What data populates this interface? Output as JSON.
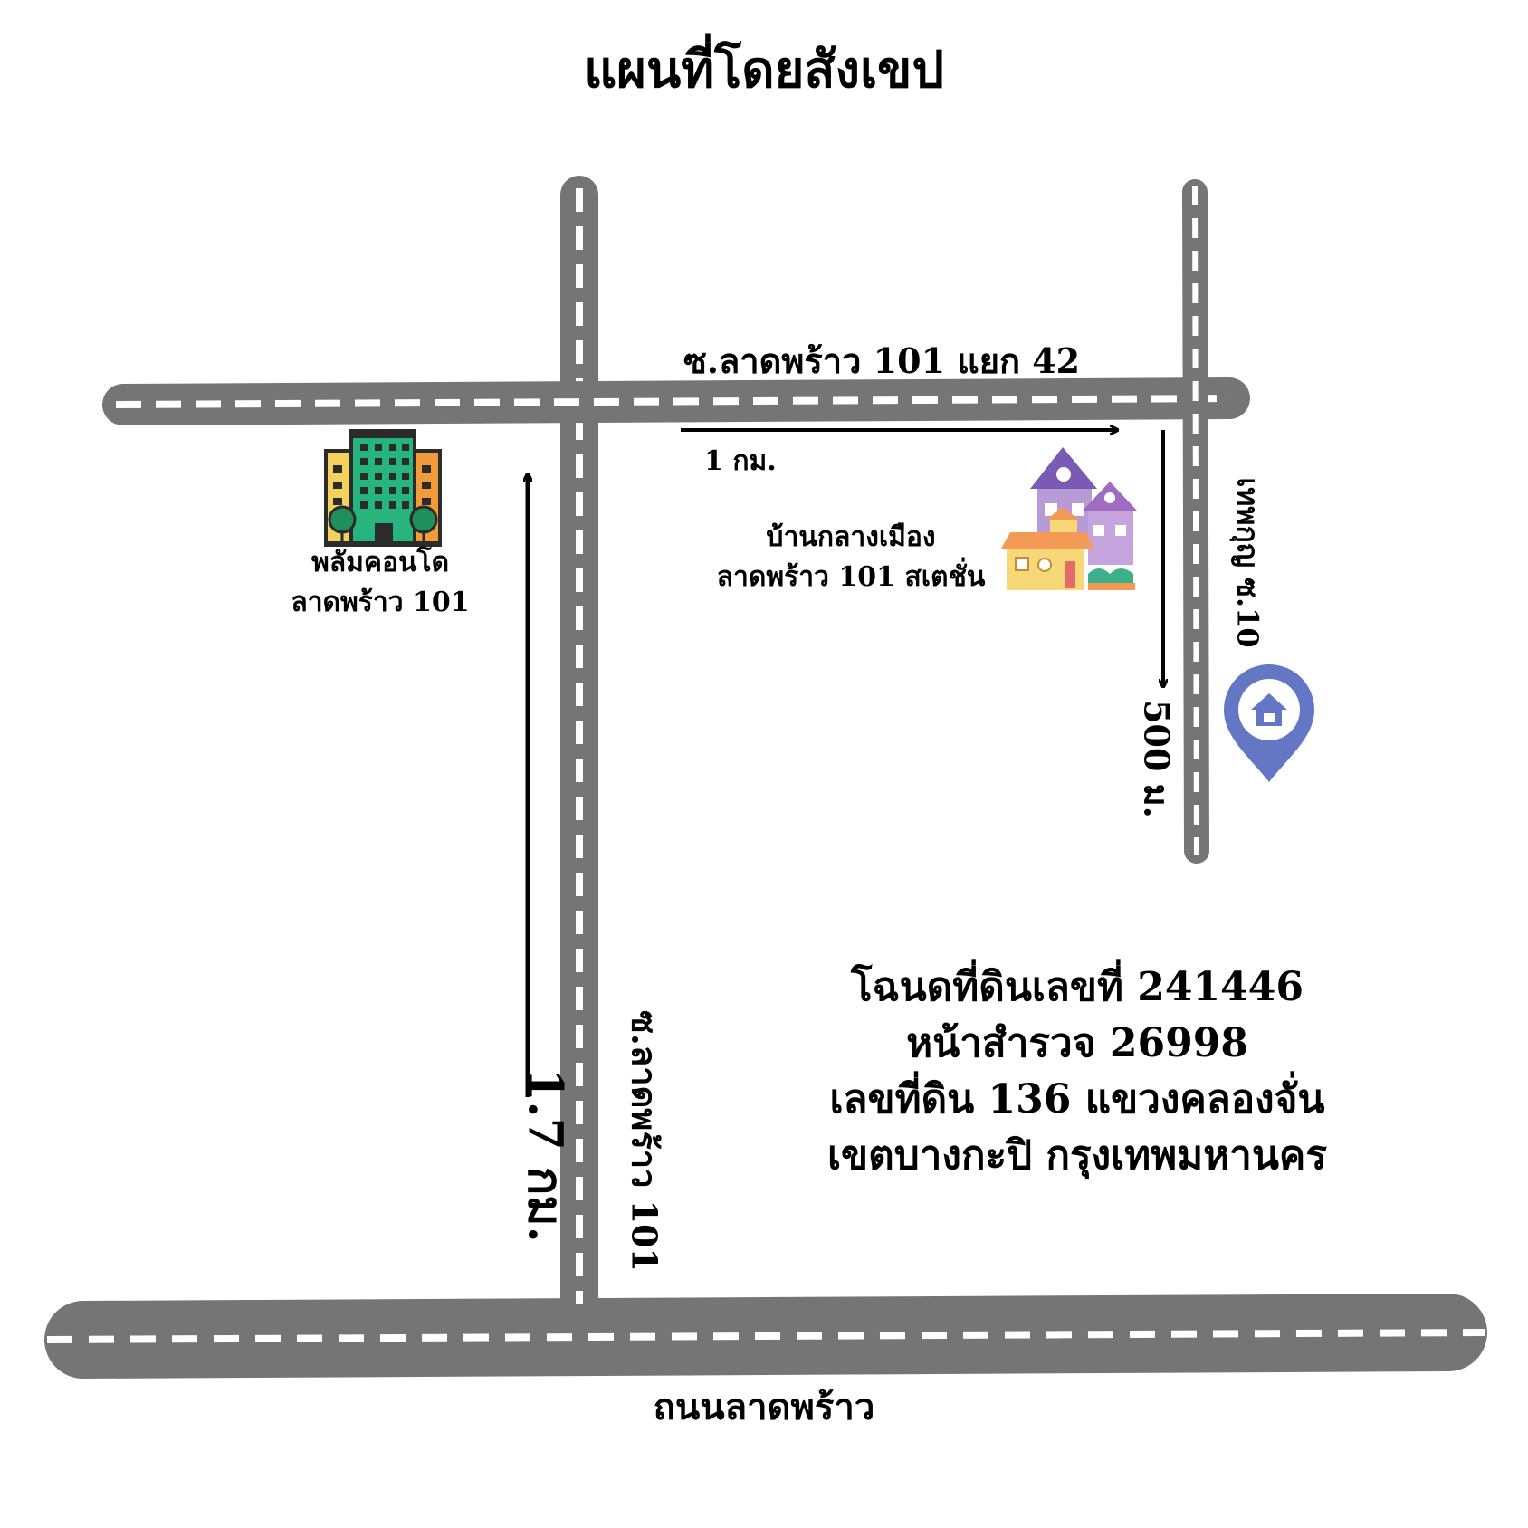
{
  "title": "แผนที่โดยสังเขป",
  "roads": {
    "soi_top": "ซ.ลาดพร้าว 101 แยก 42",
    "soi_main": "ซ.ลาดพร้าว 101",
    "soi_right": "เทพกุญ ซ.10",
    "main_road": "ถนนลาดพร้าว"
  },
  "distances": {
    "top": "1 กม.",
    "right": "500 ม.",
    "left": "1.7 กม."
  },
  "landmarks": {
    "condo": {
      "line1": "พลัมคอนโด",
      "line2": "ลาดพร้าว 101",
      "icon": "condo-building-icon"
    },
    "village": {
      "line1": "บ้านกลางเมือง",
      "line2": "ลาดพร้าว 101 สเตชั่น",
      "icon": "houses-icon"
    },
    "destination": {
      "icon": "home-location-pin-icon"
    }
  },
  "info": {
    "line1": "โฉนดที่ดินเลขที่ 241446",
    "line2": "หน้าสำรวจ 26998",
    "line3": "เลขที่ดิน 136 แขวงคลองจั่น",
    "line4": "เขตบางกะปิ กรุงเทพมหานคร"
  },
  "colors": {
    "road": "#757575",
    "road_dash": "#ffffff",
    "pin": "#6377c4",
    "condo_main": "#27b57e",
    "condo_side_left": "#f3d15c",
    "condo_side_right": "#f29b3b",
    "house_purple": "#a784c4",
    "house_orange": "#f39b56",
    "house_yellow": "#f6d878"
  }
}
